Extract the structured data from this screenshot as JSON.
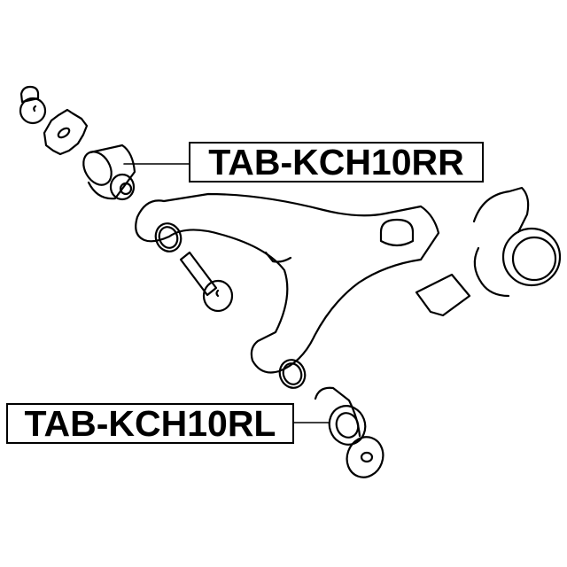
{
  "diagram": {
    "type": "exploded parts diagram",
    "subject": "rear suspension lower control arm with bushings",
    "background_color": "#ffffff",
    "line_color": "#000000"
  },
  "labels": {
    "upper_part_number": "TAB-KCH10RR",
    "lower_part_number": "TAB-KCH10RL"
  },
  "parts": [
    {
      "name": "bolt-cap",
      "description": "small bolt head / cap"
    },
    {
      "name": "washer-plate",
      "description": "toothed washer plate"
    },
    {
      "name": "upper-bushing",
      "label_ref": "upper_part_number"
    },
    {
      "name": "control-arm",
      "description": "lower control arm with hub knuckle"
    },
    {
      "name": "mounting-bolt",
      "description": "bolt with round head"
    },
    {
      "name": "lower-bushing",
      "label_ref": "lower_part_number"
    },
    {
      "name": "lower-washer",
      "description": "round washer"
    }
  ]
}
